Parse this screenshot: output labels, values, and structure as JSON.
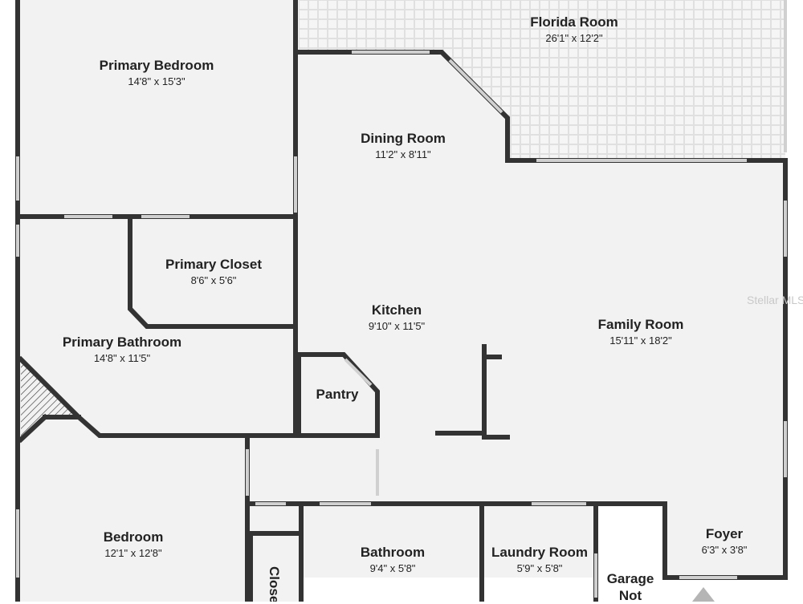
{
  "rooms": {
    "florida_room": {
      "name": "Florida Room",
      "dims": "26'1\" x 12'2\""
    },
    "primary_bedroom": {
      "name": "Primary Bedroom",
      "dims": "14'8\" x 15'3\""
    },
    "dining_room": {
      "name": "Dining Room",
      "dims": "11'2\" x 8'11\""
    },
    "primary_closet": {
      "name": "Primary Closet",
      "dims": "8'6\" x 5'6\""
    },
    "kitchen": {
      "name": "Kitchen",
      "dims": "9'10\" x 11'5\""
    },
    "family_room": {
      "name": "Family Room",
      "dims": "15'11\" x 18'2\""
    },
    "primary_bathroom": {
      "name": "Primary Bathroom",
      "dims": "14'8\" x 11'5\""
    },
    "pantry": {
      "name": "Pantry"
    },
    "bedroom": {
      "name": "Bedroom",
      "dims": "12'1\" x 12'8\""
    },
    "closet": {
      "name": "Closet"
    },
    "bathroom": {
      "name": "Bathroom",
      "dims": "9'4\" x 5'8\""
    },
    "laundry_room": {
      "name": "Laundry Room",
      "dims": "5'9\" x 5'8\""
    },
    "foyer": {
      "name": "Foyer",
      "dims": "6'3\" x 3'8\""
    },
    "garage": {
      "name_line1": "Garage",
      "name_line2": "Not"
    }
  },
  "watermark": "Stellar MLS",
  "colors": {
    "wall": "#333333",
    "floor": "#f2f2f2",
    "florida_floor": "#f5f5f5",
    "window": "#d0d0d0",
    "background": "#ffffff"
  }
}
